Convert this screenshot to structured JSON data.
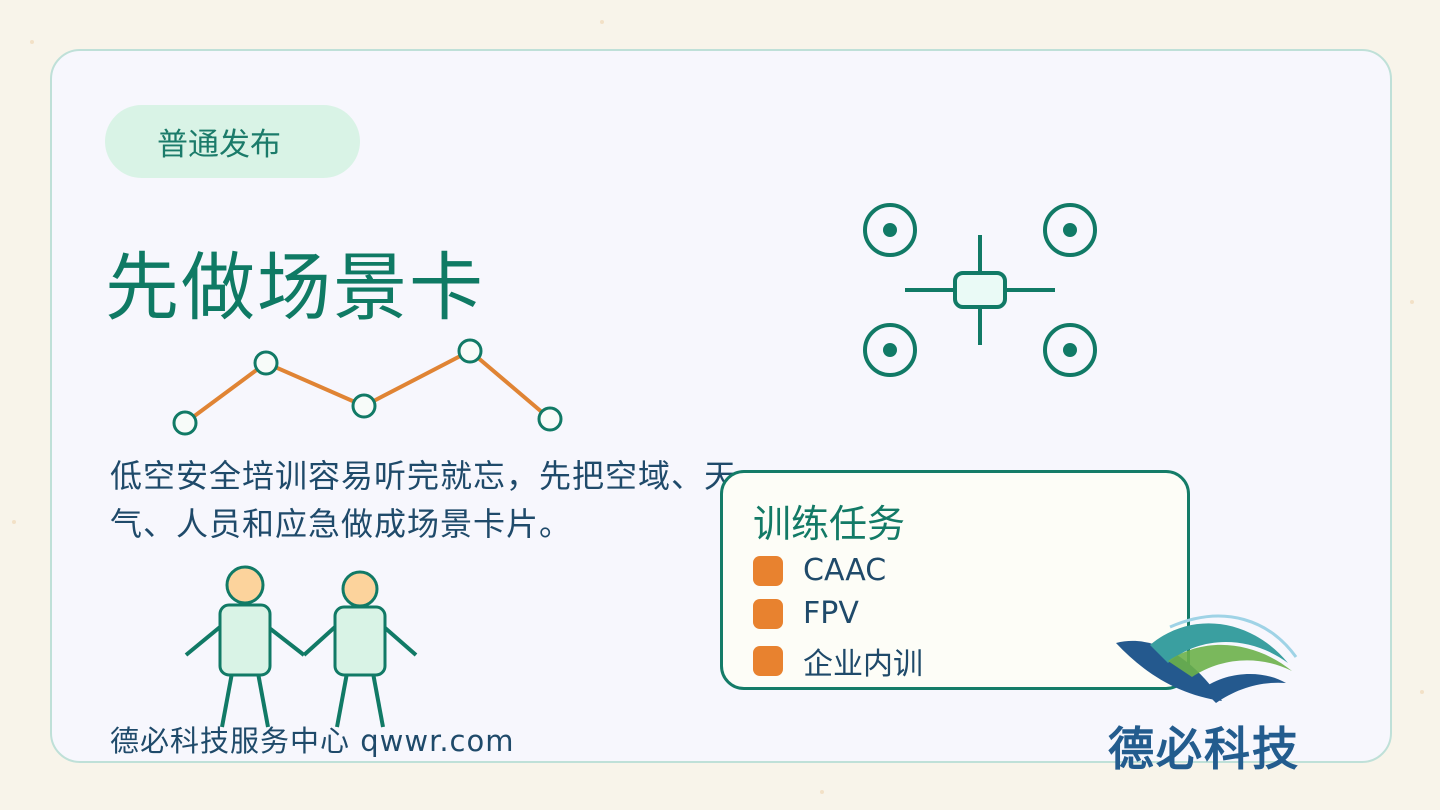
{
  "tag": {
    "label": "普通发布"
  },
  "title": "先做场景卡",
  "description": "低空安全培训容易听完就忘，先把空域、天气、人员和应急做成场景卡片。",
  "tasks": {
    "title": "训练任务",
    "items": [
      {
        "label": "CAAC"
      },
      {
        "label": "FPV"
      },
      {
        "label": "企业内训"
      }
    ]
  },
  "footer": {
    "text": "德必科技服务中心  qwwr.com"
  },
  "logo": {
    "text": "德必科技"
  },
  "colors": {
    "primary": "#0f7a64",
    "accent": "#e8822f",
    "text": "#1f4a6a",
    "tag_bg": "#d9f3e6",
    "card_bg": "#f7f7fd"
  },
  "icons": [
    "drone-icon",
    "line-chart-icon",
    "people-icon",
    "wave-logo-icon"
  ]
}
